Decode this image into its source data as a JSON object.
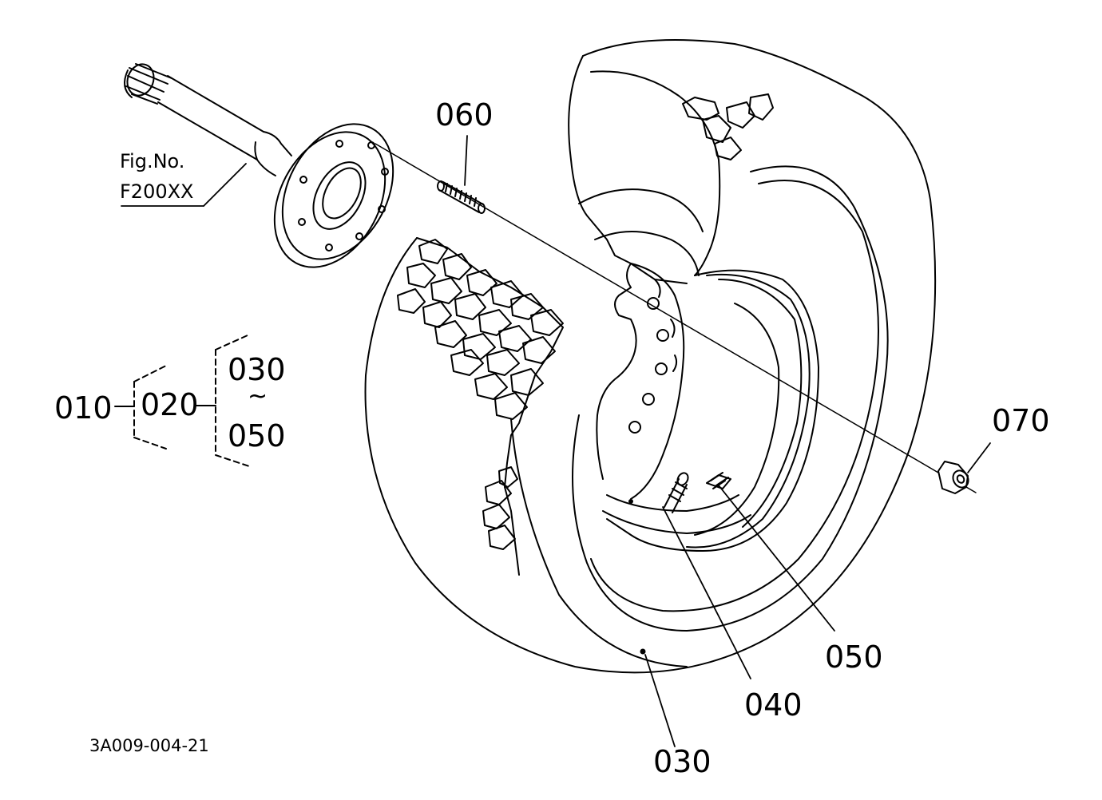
{
  "figure_ref": {
    "line1": "Fig.No.",
    "line2": "F200XX"
  },
  "drawing_code": "3A009-004-21",
  "callouts": {
    "p060": "060",
    "p070": "070",
    "p050": "050",
    "p040": "040",
    "p030": "030"
  },
  "assembly_tree": {
    "root": "010",
    "level2": "020",
    "range_start": "030",
    "range_sep": "~",
    "range_end": "050"
  },
  "colors": {
    "line": "#000000",
    "background": "#ffffff"
  }
}
